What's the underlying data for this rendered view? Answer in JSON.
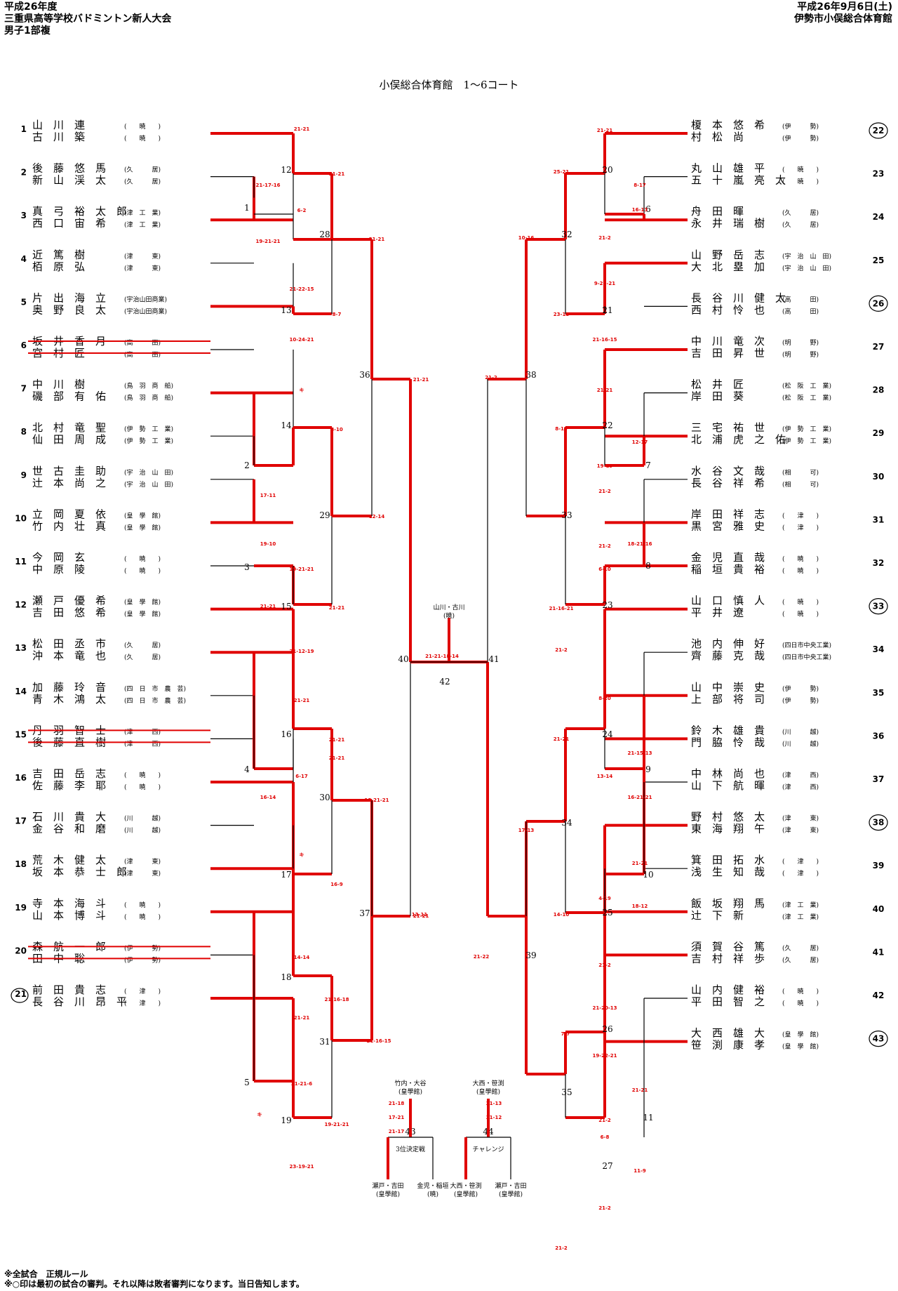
{
  "header": {
    "left": [
      "平成26年度",
      "三重県高等学校バドミントン新人大会",
      "男子1部複"
    ],
    "right": [
      "平成26年9月6日(土)",
      "伊勢市小俣総合体育館"
    ]
  },
  "court_title": "小俣総合体育館　1〜6コート",
  "notes": [
    "※全試合　正規ルール",
    "※○印は最初の試合の審判。それ以降は敗者審判になります。当日告知します。"
  ],
  "left_entries": [
    {
      "no": "1",
      "names": [
        "山　川　連",
        "古　川　築"
      ],
      "schools": [
        "(　　暁　　)",
        "(　　暁　　)"
      ],
      "struck": false,
      "ref": false
    },
    {
      "no": "2",
      "names": [
        "後　藤　悠　馬",
        "新　山　渓　太"
      ],
      "schools": [
        "(久　　　居)",
        "(久　　　居)"
      ],
      "struck": false,
      "ref": false
    },
    {
      "no": "3",
      "names": [
        "真　弓　裕　太　郎",
        "西　口　宙　希"
      ],
      "schools": [
        "(津　工　業)",
        "(津　工　業)"
      ],
      "struck": false,
      "ref": false
    },
    {
      "no": "4",
      "names": [
        "近　篤　樹",
        "栢　原　弘"
      ],
      "schools": [
        "(津　　　東)",
        "(津　　　東)"
      ],
      "struck": false,
      "ref": false
    },
    {
      "no": "5",
      "names": [
        "片　出　海　立",
        "奥　野　良　太"
      ],
      "schools": [
        "(宇治山田商業)",
        "(宇治山田商業)"
      ],
      "struck": false,
      "ref": false
    },
    {
      "no": "6",
      "names": [
        "坂　井　香　月",
        "宮　村　匠"
      ],
      "schools": [
        "(高　　　田)",
        "(高　　　田)"
      ],
      "struck": true,
      "ref": false
    },
    {
      "no": "7",
      "names": [
        "中　川　樹",
        "磯　部　有　佑"
      ],
      "schools": [
        "(鳥　羽　商　船)",
        "(鳥　羽　商　船)"
      ],
      "struck": false,
      "ref": false
    },
    {
      "no": "8",
      "names": [
        "北　村　竜　聖",
        "仙　田　周　成"
      ],
      "schools": [
        "(伊　勢　工　業)",
        "(伊　勢　工　業)"
      ],
      "struck": false,
      "ref": false
    },
    {
      "no": "9",
      "names": [
        "世　古　圭　助",
        "辻　本　尚　之"
      ],
      "schools": [
        "(宇　治　山　田)",
        "(宇　治　山　田)"
      ],
      "struck": false,
      "ref": false
    },
    {
      "no": "10",
      "names": [
        "立　岡　夏　依",
        "竹　内　壮　真"
      ],
      "schools": [
        "(皇　學　館)",
        "(皇　學　館)"
      ],
      "struck": false,
      "ref": false
    },
    {
      "no": "11",
      "names": [
        "今　岡　玄",
        "中　原　陵"
      ],
      "schools": [
        "(　　暁　　)",
        "(　　暁　　)"
      ],
      "struck": false,
      "ref": false
    },
    {
      "no": "12",
      "names": [
        "瀬　戸　優　希",
        "吉　田　悠　希"
      ],
      "schools": [
        "(皇　學　館)",
        "(皇　學　館)"
      ],
      "struck": false,
      "ref": false
    },
    {
      "no": "13",
      "names": [
        "松　田　丞　市",
        "沖　本　竜　也"
      ],
      "schools": [
        "(久　　　居)",
        "(久　　　居)"
      ],
      "struck": false,
      "ref": false
    },
    {
      "no": "14",
      "names": [
        "加　藤　玲　音",
        "青　木　鴻　太"
      ],
      "schools": [
        "(四　日　市　農　芸)",
        "(四　日　市　農　芸)"
      ],
      "struck": false,
      "ref": false
    },
    {
      "no": "15",
      "names": [
        "丹　羽　智　士",
        "後　藤　直　樹"
      ],
      "schools": [
        "(津　　　西)",
        "(津　　　西)"
      ],
      "struck": true,
      "ref": false
    },
    {
      "no": "16",
      "names": [
        "吉　田　岳　志",
        "佐　藤　李　耶"
      ],
      "schools": [
        "(　　暁　　)",
        "(　　暁　　)"
      ],
      "struck": false,
      "ref": false
    },
    {
      "no": "17",
      "names": [
        "石　川　貴　大",
        "金　谷　和　磨"
      ],
      "schools": [
        "(川　　　越)",
        "(川　　　越)"
      ],
      "struck": false,
      "ref": false
    },
    {
      "no": "18",
      "names": [
        "荒　木　健　太",
        "坂　本　恭　士　郎"
      ],
      "schools": [
        "(津　　　東)",
        "(津　　　東)"
      ],
      "struck": false,
      "ref": false
    },
    {
      "no": "19",
      "names": [
        "寺　本　海　斗",
        "山　本　博　斗"
      ],
      "schools": [
        "(　　暁　　)",
        "(　　暁　　)"
      ],
      "struck": false,
      "ref": false
    },
    {
      "no": "20",
      "names": [
        "森　航　一　郎",
        "田　中　聡"
      ],
      "schools": [
        "(伊　　　勢)",
        "(伊　　　勢)"
      ],
      "struck": true,
      "ref": false
    },
    {
      "no": "21",
      "names": [
        "前　田　貴　志",
        "長　谷　川　昂　平"
      ],
      "schools": [
        "(　　津　　)",
        "(　　津　　)"
      ],
      "struck": false,
      "ref": true
    }
  ],
  "right_entries": [
    {
      "no": "22",
      "names": [
        "榎　本　悠　希",
        "村　松　尚"
      ],
      "schools": [
        "(伊　　　勢)",
        "(伊　　　勢)"
      ],
      "struck": false,
      "ref": true
    },
    {
      "no": "23",
      "names": [
        "丸　山　雄　平",
        "五　十　嵐　亮　太"
      ],
      "schools": [
        "(　　暁　　)",
        "(　　暁　　)"
      ],
      "struck": false,
      "ref": false
    },
    {
      "no": "24",
      "names": [
        "舟　田　暉",
        "永　井　瑞　樹"
      ],
      "schools": [
        "(久　　　居)",
        "(久　　　居)"
      ],
      "struck": false,
      "ref": false
    },
    {
      "no": "25",
      "names": [
        "山　野　岳　志",
        "大　北　塁　加"
      ],
      "schools": [
        "(宇　治　山　田)",
        "(宇　治　山　田)"
      ],
      "struck": false,
      "ref": false
    },
    {
      "no": "26",
      "names": [
        "長　谷　川　健　太",
        "西　村　怜　也"
      ],
      "schools": [
        "(高　　　田)",
        "(高　　　田)"
      ],
      "struck": false,
      "ref": true
    },
    {
      "no": "27",
      "names": [
        "中　川　竜　次",
        "吉　田　昇　世"
      ],
      "schools": [
        "(明　　　野)",
        "(明　　　野)"
      ],
      "struck": false,
      "ref": false
    },
    {
      "no": "28",
      "names": [
        "松　井　匠",
        "岸　田　葵"
      ],
      "schools": [
        "(松　阪　工　業)",
        "(松　阪　工　業)"
      ],
      "struck": false,
      "ref": false
    },
    {
      "no": "29",
      "names": [
        "三　宅　祐　世",
        "北　浦　虎　之　佑"
      ],
      "schools": [
        "(伊　勢　工　業)",
        "(伊　勢　工　業)"
      ],
      "struck": false,
      "ref": false
    },
    {
      "no": "30",
      "names": [
        "水　谷　文　哉",
        "長　谷　祥　希"
      ],
      "schools": [
        "(相　　　可)",
        "(相　　　可)"
      ],
      "struck": false,
      "ref": false
    },
    {
      "no": "31",
      "names": [
        "岸　田　祥　志",
        "黒　宮　雅　史"
      ],
      "schools": [
        "(　　津　　)",
        "(　　津　　)"
      ],
      "struck": false,
      "ref": false
    },
    {
      "no": "32",
      "names": [
        "金　児　直　哉",
        "稲　垣　貴　裕"
      ],
      "schools": [
        "(　　暁　　)",
        "(　　暁　　)"
      ],
      "struck": false,
      "ref": false
    },
    {
      "no": "33",
      "names": [
        "山　口　慎　人",
        "平　井　遼"
      ],
      "schools": [
        "(　　暁　　)",
        "(　　暁　　)"
      ],
      "struck": false,
      "ref": true
    },
    {
      "no": "34",
      "names": [
        "池　内　伸　好",
        "齊　藤　克　哉"
      ],
      "schools": [
        "(四日市中央工業)",
        "(四日市中央工業)"
      ],
      "struck": false,
      "ref": false
    },
    {
      "no": "35",
      "names": [
        "山　中　崇　史",
        "上　部　将　司"
      ],
      "schools": [
        "(伊　　　勢)",
        "(伊　　　勢)"
      ],
      "struck": false,
      "ref": false
    },
    {
      "no": "36",
      "names": [
        "鈴　木　雄　貴",
        "門　脇　怜　哉"
      ],
      "schools": [
        "(川　　　越)",
        "(川　　　越)"
      ],
      "struck": false,
      "ref": false
    },
    {
      "no": "37",
      "names": [
        "中　林　尚　也",
        "山　下　航　暉"
      ],
      "schools": [
        "(津　　　西)",
        "(津　　　西)"
      ],
      "struck": false,
      "ref": false
    },
    {
      "no": "38",
      "names": [
        "野　村　悠　太",
        "東　海　翔　午"
      ],
      "schools": [
        "(津　　　東)",
        "(津　　　東)"
      ],
      "struck": false,
      "ref": true
    },
    {
      "no": "39",
      "names": [
        "箕　田　拓　水",
        "浅　生　知　哉"
      ],
      "schools": [
        "(　　津　　)",
        "(　　津　　)"
      ],
      "struck": false,
      "ref": false
    },
    {
      "no": "40",
      "names": [
        "飯　坂　翔　馬",
        "辻　下　新"
      ],
      "schools": [
        "(津　工　業)",
        "(津　工　業)"
      ],
      "struck": false,
      "ref": false
    },
    {
      "no": "41",
      "names": [
        "須　賀　谷　篤",
        "吉　村　祥　歩"
      ],
      "schools": [
        "(久　　　居)",
        "(久　　　居)"
      ],
      "struck": false,
      "ref": false
    },
    {
      "no": "42",
      "names": [
        "山　内　健　裕",
        "平　田　智　之"
      ],
      "schools": [
        "(　　暁　　)",
        "(　　暁　　)"
      ],
      "struck": false,
      "ref": false
    },
    {
      "no": "43",
      "names": [
        "大　西　雄　大",
        "笹　渕　康　孝"
      ],
      "schools": [
        "(皇　學　館)",
        "(皇　學　館)"
      ],
      "struck": false,
      "ref": true
    }
  ],
  "match_numbers": [
    "1",
    "2",
    "3",
    "4",
    "5",
    "6",
    "7",
    "8",
    "9",
    "10",
    "11",
    "12",
    "13",
    "14",
    "15",
    "16",
    "17",
    "18",
    "19",
    "20",
    "21",
    "22",
    "23",
    "24",
    "25",
    "26",
    "27",
    "28",
    "29",
    "30",
    "31",
    "32",
    "33",
    "34",
    "35",
    "36",
    "37",
    "38",
    "39",
    "40",
    "41",
    "42",
    "43",
    "44"
  ],
  "scores": [
    "21-21",
    "21-17-16",
    "6-2",
    "19-21-21",
    "21-22-15",
    "8-7",
    "10-24-21",
    "キ",
    "21-21",
    "8-10",
    "17-11",
    "19-10",
    "19-21-21",
    "21-21",
    "21-21",
    "21-12-19",
    "21-21",
    "21-21",
    "6-17",
    "16-14",
    "キ",
    "16-9",
    "14-14",
    "21-16-18",
    "21-21",
    "21-21-6",
    "キ",
    "19-21-21",
    "23-19-21",
    "21-21",
    "21-21",
    "12-14",
    "21-21",
    "18-21-21",
    "21-16-15",
    "21-21",
    "13-11",
    "21-21-18-14",
    "21-21",
    "8-17",
    "16-13",
    "21-2",
    "25-21",
    "10-16",
    "9-21-21",
    "23-18",
    "21-16-15",
    "21-21",
    "8-15",
    "12-17",
    "19-19",
    "21-2",
    "21-2",
    "18-21-16",
    "6-10",
    "21-16-21",
    "21-2",
    "21-2",
    "8-20",
    "21-21",
    "21-15-13",
    "13-14",
    "16-21-21",
    "21-21",
    "4-19",
    "18-12",
    "14-10",
    "21-2",
    "17-13",
    "21-20-13",
    "7-7",
    "19-22-21",
    "21-21",
    "6-8",
    "11-9",
    "21-2",
    "21-2",
    "21-22",
    "21-2",
    "21-18",
    "17-21",
    "21-17",
    "21-13",
    "21-12"
  ],
  "final_label": [
    "山川・古川",
    "(暁)"
  ],
  "third_place": {
    "top": [
      "竹内・大谷",
      "(皇學館)"
    ],
    "label": "3位決定戦",
    "bottom_left": [
      "瀬戸・吉田",
      "(皇學館)"
    ],
    "bottom_right": [
      "金児・稲垣",
      "(暁)"
    ]
  },
  "challenge": {
    "top": [
      "大西・笹渕",
      "(皇學館)"
    ],
    "label": "チャレンジ",
    "bottom_left": [
      "大西・笹渕",
      "(皇學館)"
    ],
    "bottom_right": [
      "瀬戸・吉田",
      "(皇學館)"
    ]
  },
  "colors": {
    "winner_line": "#e00000",
    "loser_line": "#000000",
    "score": "#e00000"
  }
}
